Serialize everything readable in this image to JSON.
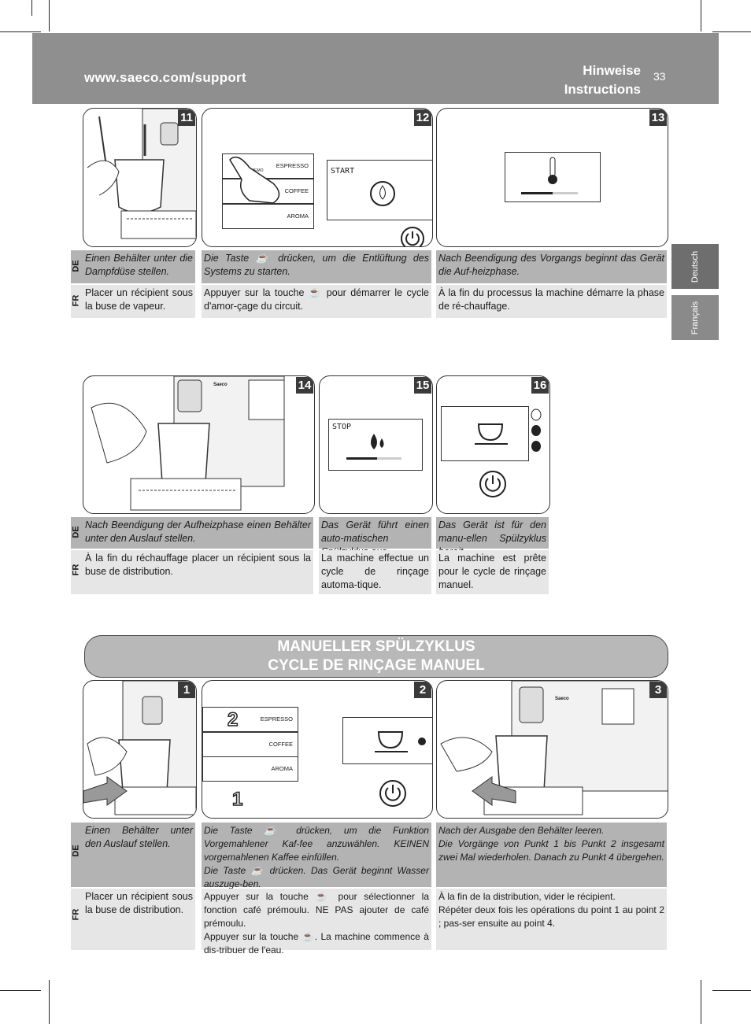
{
  "header": {
    "url": "www.saeco.com/support",
    "title_line1": "Hinweise",
    "title_line2": "Instructions",
    "page_number": "33"
  },
  "side_tabs": [
    "Deutsch",
    "Français"
  ],
  "lang_codes": {
    "de": "DE",
    "fr": "FR"
  },
  "steps_top": [
    {
      "number": "11",
      "de": "Einen Behälter unter die Dampfdüse stellen.",
      "fr": "Placer un récipient sous la buse de vapeur."
    },
    {
      "number": "12",
      "de_before": "Die Taste",
      "de_after": "drücken, um die Entlüftung des Systems zu starten.",
      "fr_before": "Appuyer sur la touche",
      "fr_after": "pour démarrer le cycle d'amor-çage du circuit."
    },
    {
      "number": "13",
      "de": "Nach Beendigung des Vorgangs beginnt das Gerät die Auf-heizphase.",
      "fr": "À la fin du processus la machine démarre la phase de ré-chauffage."
    }
  ],
  "steps_mid": [
    {
      "number": "14",
      "de": "Nach Beendigung der Aufheizphase einen Behälter unter den Auslauf stellen.",
      "fr": "À la fin du réchauffage placer un récipient sous la buse de distribution."
    },
    {
      "number": "15",
      "de": "Das Gerät führt einen auto-matischen Spülzyklus aus.",
      "fr": "La machine effectue un cycle de rinçage automa-tique."
    },
    {
      "number": "16",
      "de": "Das Gerät ist für den manu-ellen Spülzyklus bereit.",
      "fr": "La machine est prête pour le cycle de rinçage manuel."
    }
  ],
  "banner": {
    "line1": "MANUELLER SPÜLZYKLUS",
    "line2": "CYCLE DE RINÇAGE MANUEL"
  },
  "steps_bottom": [
    {
      "number": "1",
      "de": "Einen Behälter unter den Auslauf stellen.",
      "fr": "Placer un récipient sous la buse de distribution."
    },
    {
      "number": "2",
      "de_1a": "Die Taste",
      "de_1b": "drücken, um die Funktion Vorgemahlener Kaf-fee anzuwählen. KEINEN vorgemahlenen Kaffee einfüllen.",
      "de_2a": "Die Taste",
      "de_2b": "drücken. Das Gerät beginnt Wasser auszuge-ben.",
      "fr_1a": "Appuyer sur la touche",
      "fr_1b": "pour sélectionner la fonction café prémoulu. NE PAS ajouter de café prémoulu.",
      "fr_2a": "Appuyer sur la touche",
      "fr_2b": ". La machine commence à dis-tribuer de l'eau."
    },
    {
      "number": "3",
      "de_1": "Nach der Ausgabe den Behälter leeren.",
      "de_2": "Die Vorgänge von Punkt 1 bis Punkt 2 insgesamt zwei Mal wiederholen. Danach zu Punkt 4 übergehen.",
      "fr_1": "À la fin de la distribution, vider le récipient.",
      "fr_2": "Répéter deux fois les opérations du point 1 au point 2 ; pas-ser ensuite au point 4."
    }
  ],
  "machine_labels": {
    "espresso": "ESPRESSO",
    "coffee": "COFFEE",
    "aroma": "AROMA",
    "memo": "MEMO",
    "start": "START",
    "stop": "STOP",
    "brand": "Saeco",
    "callout_1": "1",
    "callout_2": "2"
  }
}
